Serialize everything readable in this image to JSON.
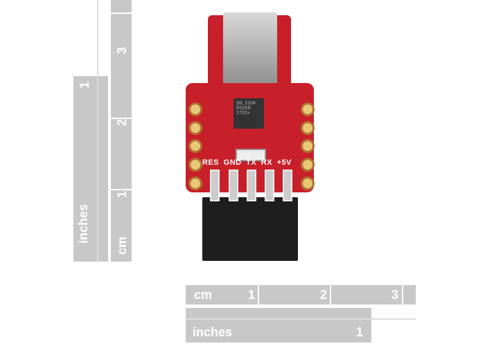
{
  "vertical_ruler": {
    "inches_label": "inches",
    "inches_marks": [
      "1"
    ],
    "cm_label": "cm",
    "cm_marks": [
      "3",
      "2",
      "1"
    ]
  },
  "horizontal_ruler": {
    "cm_label": "cm",
    "cm_marks": [
      "1",
      "2",
      "3"
    ],
    "inches_label": "inches",
    "inches_marks": [
      "1"
    ]
  },
  "board": {
    "silkscreen": "RES GND TX RX +5V",
    "chip_text": "SIL 2104 F01KE 1723+"
  },
  "colors": {
    "pcb": "#c8202a",
    "ruler": "#c8c8c8"
  }
}
